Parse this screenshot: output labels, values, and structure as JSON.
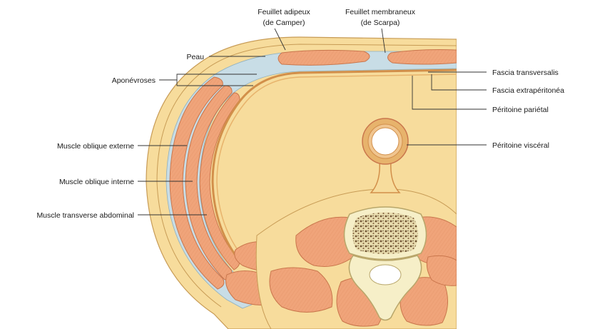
{
  "labels": {
    "camper_line1": "Feuillet adipeux",
    "camper_line2": "(de Camper)",
    "scarpa_line1": "Feuillet membraneux",
    "scarpa_line2": "(de Scarpa)",
    "peau": "Peau",
    "aponevroses": "Aponévroses",
    "muscle_oblique_externe": "Muscle oblique externe",
    "muscle_oblique_interne": "Muscle oblique interne",
    "muscle_transverse": "Muscle transverse abdominal",
    "fascia_transversalis": "Fascia transversalis",
    "fascia_extraperitoneal": "Fascia extrapéritonéa",
    "peritoine_parietal": "Péritoine pariétal",
    "peritoine_visceral": "Péritoine viscéral"
  },
  "colors": {
    "skin_fat": "#f7dc9c",
    "muscle": "#f0a47a",
    "muscle_line": "#c9764c",
    "fascia_blue": "#c8dde6",
    "peritoneum": "#e7b36c",
    "bone": "#f6efc8",
    "marrow": "#8a6a45"
  }
}
